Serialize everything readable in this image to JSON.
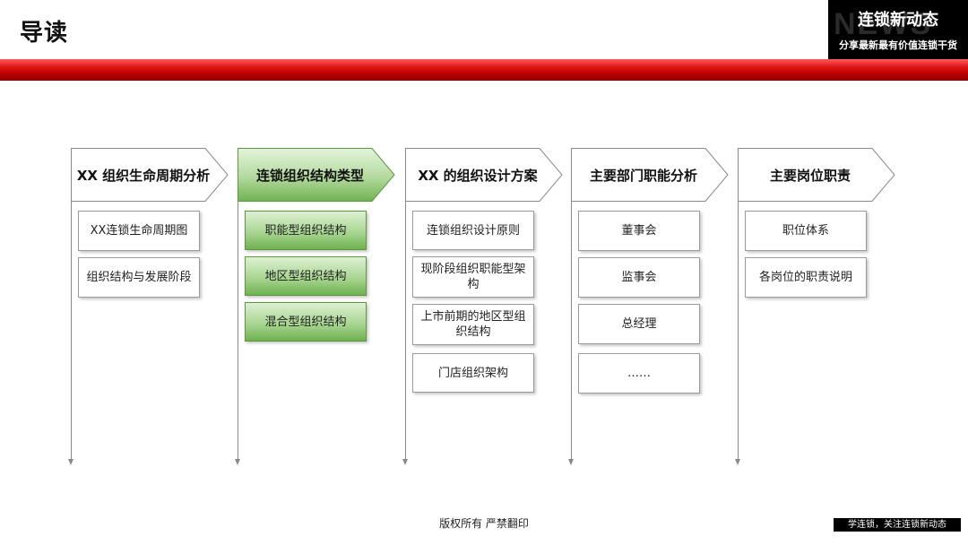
{
  "page": {
    "title": "导读"
  },
  "brand": {
    "bg_text": "NEWS",
    "name": "连锁新动态",
    "tagline": "分享最新最有价值连锁干货"
  },
  "columns": [
    {
      "title": "XX 组织生命周期分析",
      "items": [
        "XX连锁生命周期图",
        "组织结构与发展阶段"
      ]
    },
    {
      "title": "连锁组织结构类型",
      "highlighted": true,
      "items": [
        "职能型组织结构",
        "地区型组织结构",
        "混合型组织结构"
      ]
    },
    {
      "title": "XX 的组织设计方案",
      "items": [
        "连锁组织设计原则",
        "现阶段组织职能型架构",
        "上市前期的地区型组织结构",
        "门店组织架构"
      ]
    },
    {
      "title": "主要部门职能分析",
      "items": [
        "董事会",
        "监事会",
        "总经理",
        "……"
      ]
    },
    {
      "title": "主要岗位职责",
      "items": [
        "职位体系",
        "各岗位的职责说明"
      ]
    }
  ],
  "footer": {
    "copyright": "版权所有  严禁翻印",
    "follow": "学连锁，关注连锁新动态"
  },
  "colors": {
    "red_bar": "#c00000",
    "highlight_green": "#8cc46d",
    "brand_bg": "#000000"
  }
}
